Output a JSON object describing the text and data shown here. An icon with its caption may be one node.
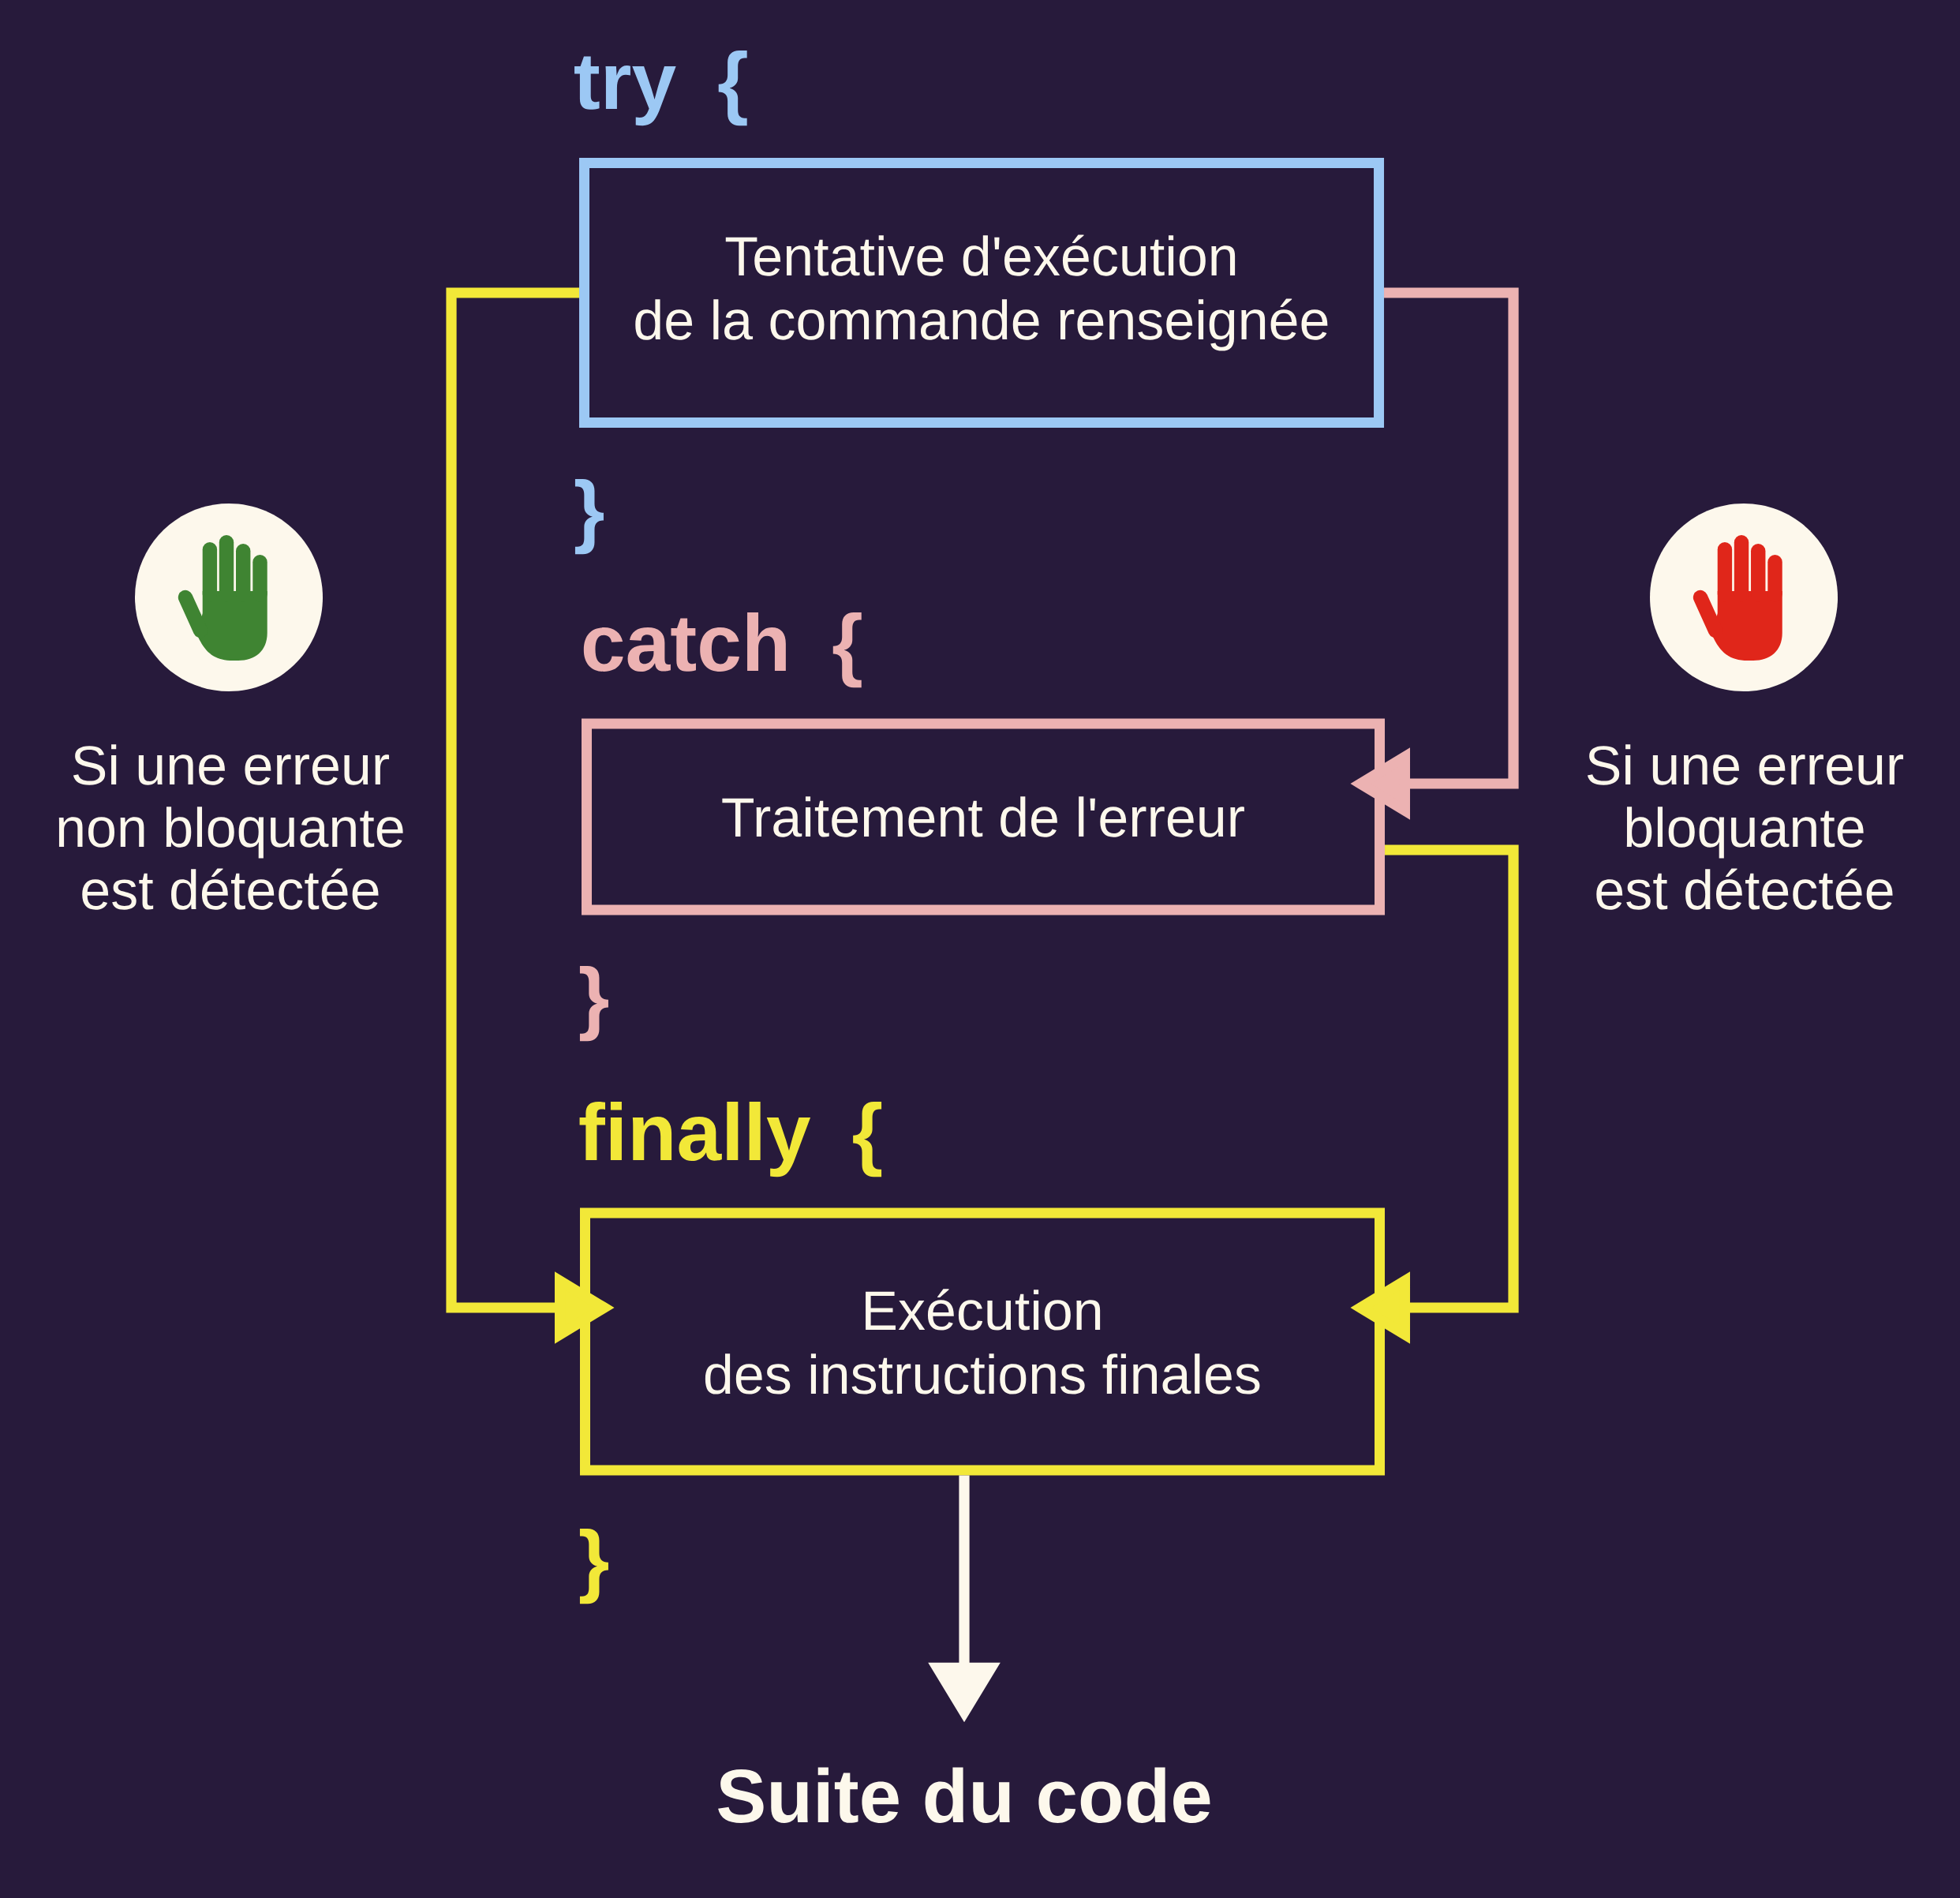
{
  "diagram": {
    "nodes": [
      {
        "text": [
          "try {",
          "Tentative d'exécution de la commande renseignée"
        ],
        "beside": [
          "}"
        ]
      },
      {
        "text": [
          "catch {",
          "Traitement de l'erreur"
        ],
        "beside": [
          "}"
        ]
      },
      {
        "text": [
          "finally {",
          "Exécution des instructions finales"
        ],
        "beside": [
          "}"
        ]
      },
      {
        "text": [
          "Suite du code"
        ]
      }
    ],
    "edges": [
      {
        "from": 0,
        "to": 2,
        "arrow": "to"
      },
      {
        "from": 0,
        "to": 1,
        "arrow": "to",
        "color": "#ecb2b2"
      },
      {
        "from": 1,
        "to": 2,
        "arrow": "to"
      },
      {
        "from": 2,
        "to": 3,
        "arrow": "to",
        "color": "#fdf8ec"
      }
    ],
    "labels": [
      "Si une erreur non bloquante est détectée",
      "Si une erreur bloquante est détectée"
    ]
  }
}
